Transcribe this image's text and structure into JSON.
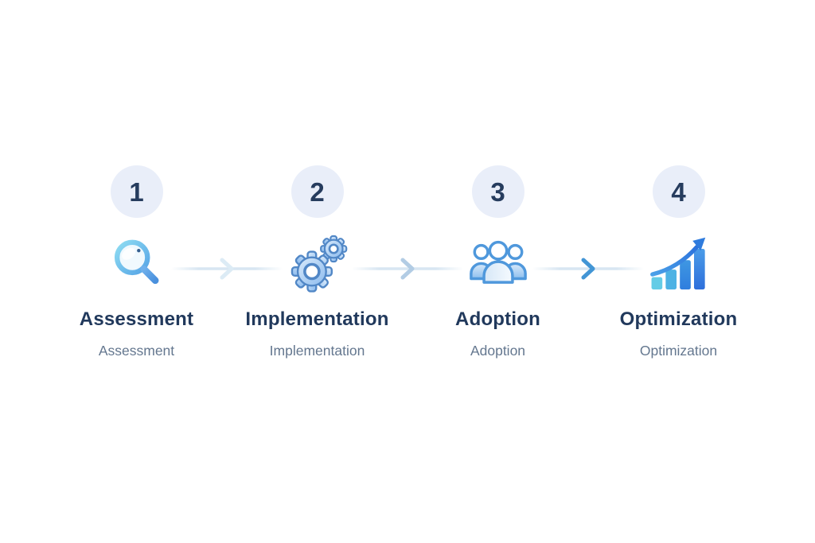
{
  "page": {
    "background": "#ffffff",
    "description": "Four-step process infographic"
  },
  "steps": [
    {
      "number": "1",
      "title": "Assessment",
      "subtitle": "Assessment",
      "icon": "magnifier-icon"
    },
    {
      "number": "2",
      "title": "Implementation",
      "subtitle": "Implementation",
      "icon": "gears-icon"
    },
    {
      "number": "3",
      "title": "Adoption",
      "subtitle": "Adoption",
      "icon": "team-icon"
    },
    {
      "number": "4",
      "title": "Optimization",
      "subtitle": "Optimization",
      "icon": "growth-chart-icon"
    }
  ],
  "connectors": [
    {
      "direction": "right",
      "chevron_color": "#dcebf5"
    },
    {
      "direction": "right",
      "chevron_color": "#b2cce4"
    },
    {
      "direction": "right",
      "chevron_color": "#4295d5"
    }
  ],
  "colors": {
    "badge_background": "#e9eef9",
    "badge_number": "#263c5e",
    "title_text": "#21395c",
    "subtitle_text": "#64778f",
    "connector_line": "#d3e3f0",
    "icon_outline_blue": "#4f98dc",
    "icon_cyan": "#64cce6",
    "icon_deep_blue": "#2f7ede",
    "icon_light_fill": "#d8e9fa"
  }
}
